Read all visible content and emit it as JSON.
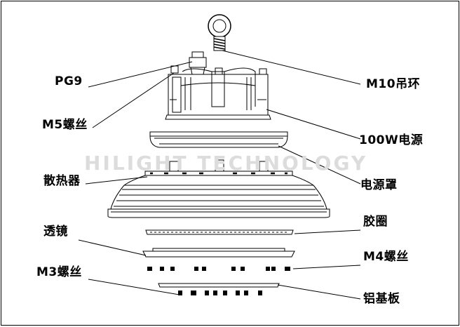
{
  "watermark": "HILIGHT TECHNOLOGY",
  "labels": {
    "pg9": "PG9",
    "m10_ring": "M10吊环",
    "m5_screw": "M5螺丝",
    "power_100w": "100W电源",
    "power_cover": "电源罩",
    "heatsink": "散热器",
    "gasket": "胶圈",
    "lens": "透镜",
    "m4_screw": "M4螺丝",
    "m3_screw": "M3螺丝",
    "aluminum_board": "铝基板"
  }
}
